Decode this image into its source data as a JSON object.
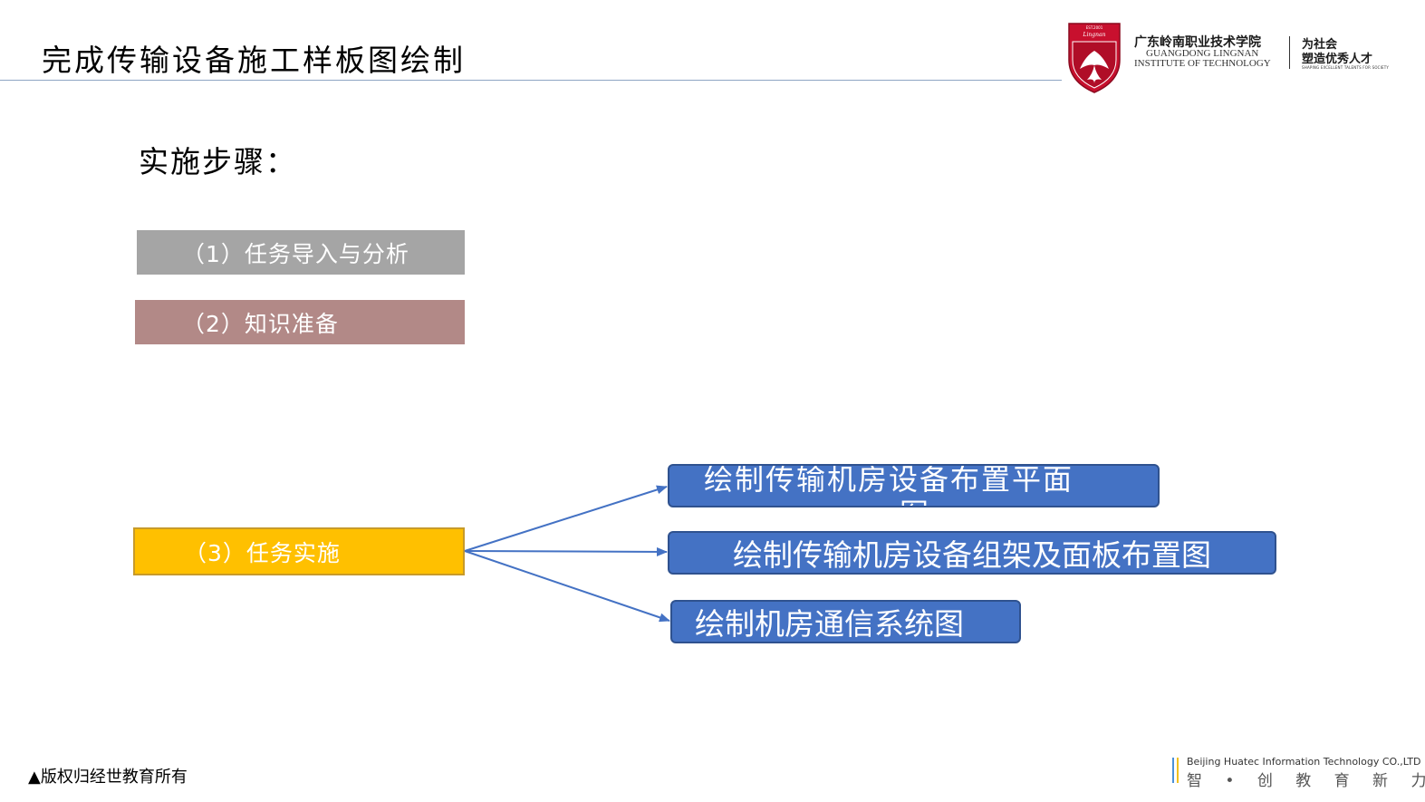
{
  "header": {
    "title": "完成传输设备施工样板图绘制"
  },
  "logo": {
    "name_cn": "广东岭南职业技术学院",
    "name_en_line1": "GUANGDONG LINGNAN",
    "name_en_line2": "INSTITUTE OF TECHNOLOGY",
    "slogan_line1": "为社会",
    "slogan_line2": "塑造优秀人才",
    "slogan_en": "SHAPING EXCELLENT TALENTS FOR SOCIETY",
    "shield_top_text": "EST.2001",
    "shield_name": "Lingnan"
  },
  "content": {
    "steps_heading": "实施步骤：",
    "step1": "（1）任务导入与分析",
    "step2": "（2）知识准备",
    "step3": "（3）任务实施",
    "sub1_line1": "绘制传输机房设备布置平面",
    "sub1_line2": "图",
    "sub2": "绘制传输机房设备组架及面板布置图",
    "sub3": "绘制机房通信系统图"
  },
  "footer": {
    "copyright": "▲版权归经世教育所有",
    "company": "Beijing Huatec Information Technology CO.,LTD",
    "slogan": "智 • 创 教 育 新 力 量"
  },
  "colors": {
    "step1_bg": "#a5a5a5",
    "step2_bg": "#b28987",
    "step3_bg": "#ffc000",
    "sub_box_bg": "#4472c4",
    "arrow": "#4472c4",
    "logo_red": "#c8102e"
  }
}
